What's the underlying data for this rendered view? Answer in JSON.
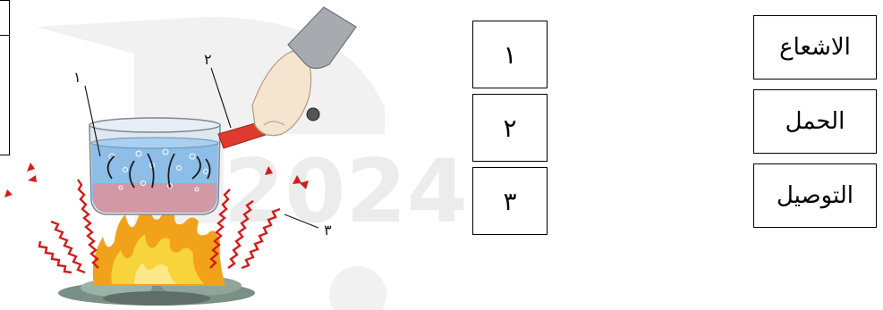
{
  "diagram": {
    "labels": [
      "١",
      "٢",
      "٣"
    ]
  },
  "matching": {
    "numbers": [
      "١",
      "٢",
      "٣"
    ],
    "terms": [
      "الاشعاع",
      "الحمل",
      "التوصيل"
    ]
  },
  "watermark": {
    "text": "2024",
    "color": "#ececec"
  },
  "colors": {
    "flame_outer": "#f2a21a",
    "flame_inner": "#f7d33c",
    "rays": "#d41c1c",
    "water": "#7fb6e6",
    "handle": "#e03a2f"
  }
}
